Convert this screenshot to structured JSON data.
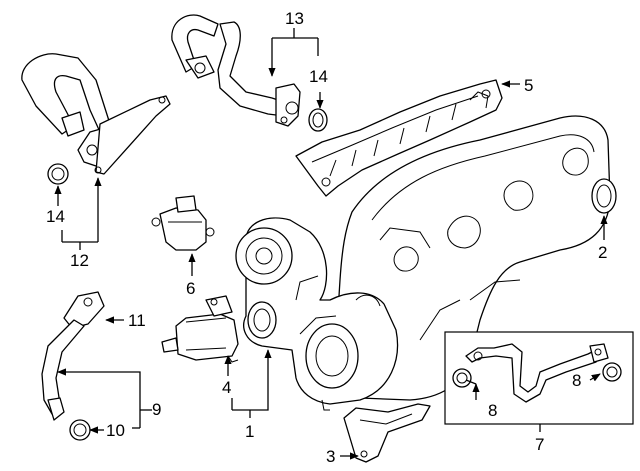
{
  "callouts": {
    "c1": "1",
    "c2": "2",
    "c3": "3",
    "c4": "4",
    "c5": "5",
    "c6": "6",
    "c7": "7",
    "c8a": "8",
    "c8b": "8",
    "c9": "9",
    "c10": "10",
    "c11": "11",
    "c12": "12",
    "c13": "13",
    "c14a": "14",
    "c14b": "14"
  }
}
